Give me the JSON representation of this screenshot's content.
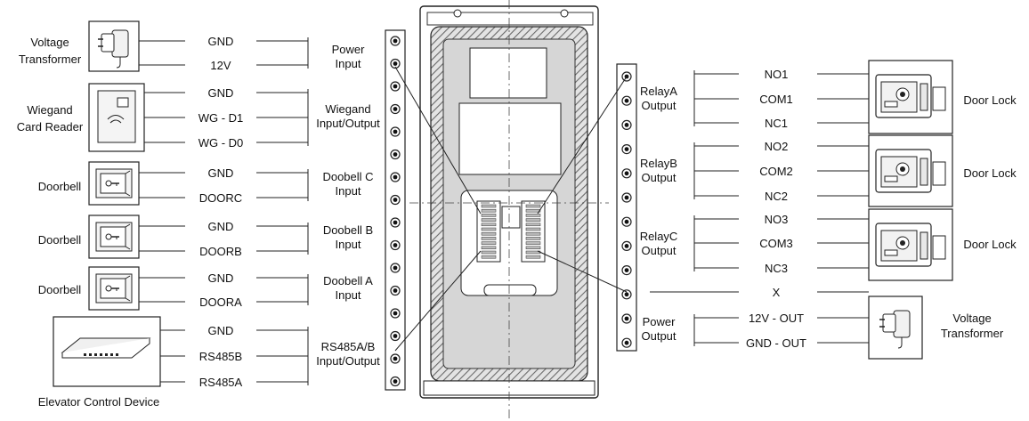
{
  "left_devices": [
    {
      "label": [
        "Voltage",
        "Transformer"
      ],
      "icon": "power-adapter-icon",
      "pins": [
        "GND",
        "12V"
      ],
      "group": [
        "Power",
        "Input"
      ]
    },
    {
      "label": [
        "Wiegand",
        "Card Reader"
      ],
      "icon": "card-reader-icon",
      "pins": [
        "GND",
        "WG - D1",
        "WG - D0"
      ],
      "group": [
        "Wiegand",
        "Input/Output"
      ]
    },
    {
      "label": [
        "Doorbell"
      ],
      "icon": "doorbell-button-icon",
      "pins": [
        "GND",
        "DOORC"
      ],
      "group": [
        "Doobell C",
        "Input"
      ]
    },
    {
      "label": [
        "Doorbell"
      ],
      "icon": "doorbell-button-icon",
      "pins": [
        "GND",
        "DOORB"
      ],
      "group": [
        "Doobell B",
        "Input"
      ]
    },
    {
      "label": [
        "Doorbell"
      ],
      "icon": "doorbell-button-icon",
      "pins": [
        "GND",
        "DOORA"
      ],
      "group": [
        "Doobell A",
        "Input"
      ]
    },
    {
      "label": [
        "Elevator Control Device"
      ],
      "icon": "elevator-controller-icon",
      "pins": [
        "GND",
        "RS485B",
        "RS485A"
      ],
      "group": [
        "RS485A/B",
        "Input/Output"
      ]
    }
  ],
  "right_groups": [
    {
      "group": [
        "RelayA",
        "Output"
      ],
      "pins": [
        "NO1",
        "COM1",
        "NC1"
      ],
      "device": "Door Lock",
      "icon": "door-lock-icon"
    },
    {
      "group": [
        "RelayB",
        "Output"
      ],
      "pins": [
        "NO2",
        "COM2",
        "NC2"
      ],
      "device": "Door Lock",
      "icon": "door-lock-icon"
    },
    {
      "group": [
        "RelayC",
        "Output"
      ],
      "pins": [
        "NO3",
        "COM3",
        "NC3"
      ],
      "device": "Door Lock",
      "icon": "door-lock-icon"
    },
    {
      "group": [],
      "pins": [
        "X"
      ],
      "device": "",
      "icon": ""
    },
    {
      "group": [
        "Power",
        "Output"
      ],
      "pins": [
        "12V - OUT",
        "GND - OUT"
      ],
      "device": "Voltage Transformer",
      "icon": "power-adapter-icon"
    }
  ],
  "colors": {
    "line": "#222222",
    "panel_hatch": "#555555",
    "panel_fill": "#d9d9d9",
    "terminal": "#111111"
  }
}
